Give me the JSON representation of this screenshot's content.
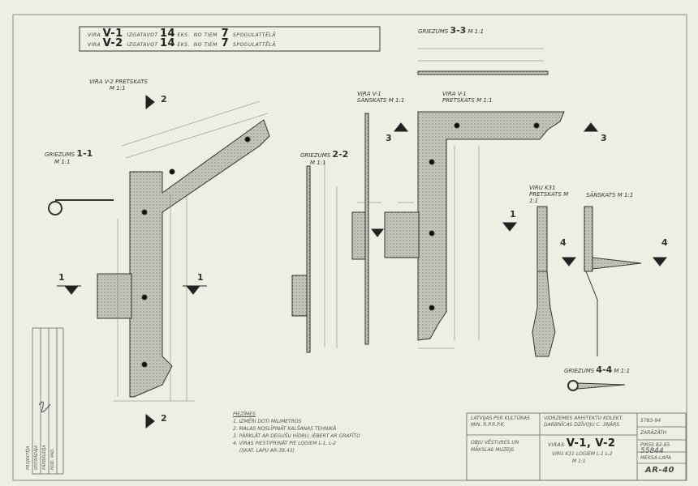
{
  "header": {
    "rows": [
      {
        "prefix": "VIRA",
        "code": "V-1",
        "text1": "IZGATAVOT",
        "qty": "14",
        "text2": "EKS.",
        "text3": "NO TIEM",
        "count": "7",
        "text4": "SPOGULATTĒLĀ"
      },
      {
        "prefix": "VIRA",
        "code": "V-2",
        "text1": "IZGATAVOT",
        "qty": "14",
        "text2": "EKS.",
        "text3": "NO TIEM",
        "count": "7",
        "text4": "SPOGULATTĒLĀ"
      }
    ]
  },
  "views": {
    "v2_plan": {
      "title": "VIRA V-2 PRETSKATS",
      "scale": "M 1:1"
    },
    "section_1_1": {
      "title": "GRIEZUMS",
      "num": "1-1",
      "scale": "M 1:1"
    },
    "section_2_2": {
      "title": "GRIEZUMS",
      "num": "2-2",
      "scale": "M 1:1"
    },
    "section_3_3": {
      "title": "GRIEZUMS",
      "num": "3-3",
      "scale": "M 1:1"
    },
    "section_4_4": {
      "title": "GRIEZUMS",
      "num": "4-4",
      "scale": "M 1:1"
    },
    "v1_side": {
      "title": "VIRA V-1 SĀNSKATS",
      "scale": "M 1:1"
    },
    "v1_plan": {
      "title": "VIRA V-1 PRETSKATS",
      "scale": "M 1:1"
    },
    "k31_plan": {
      "title": "VIRU K31 PRETSKATS",
      "scale": "M 1:1"
    },
    "k31_side": {
      "title": "SĀNSKATS",
      "scale": "M 1:1"
    }
  },
  "cut_markers": [
    "1",
    "1",
    "2",
    "2",
    "3",
    "3",
    "1",
    "4",
    "4"
  ],
  "notes": {
    "title": "PIEZĪMES",
    "items": [
      "1. IZMĒRI DOTI MILIMETROS",
      "2. MALAS NOSLĪPINĀT KALŠANAS TEHNIKĀ",
      "3. PĀRKLĀT AR DEGUŠU HĪDRU, IEBERT AR GRAFĪTU",
      "4. VIRAS PIESTIPRINĀT PIE LOGIEM L-1, L-2",
      "(SKAT. LAPU AR-39,43)"
    ]
  },
  "title_block": {
    "org1": "LATVIJAS PSR KULTŪRAS MIN. R.P.R.P.K.",
    "org2": "OBJU VĒSTURES UN MĀKSLAS MUZEJS",
    "project": "VIDRZEMES ARHITEKTU KOLEKT. DARBNĪCAS DZĪVOJU C. 3ŅĀRS",
    "subject_label": "VIRAS",
    "subject_code": "V-1, V-2",
    "subject_desc": "VIRU K31 LOGIEM L-1 L-2",
    "scale": "M 1:1",
    "cells": [
      "5783-94",
      "ZARĀZĀTH",
      "PIRSS 82-85",
      "55844",
      "MEKSA-LAPA"
    ],
    "sheet": "AR-40"
  },
  "stamp": [
    "PROJEKTĒJA",
    "IZSTRĀDĀJA",
    "PĀRBAUDĪJA",
    "NOD. VAD."
  ]
}
